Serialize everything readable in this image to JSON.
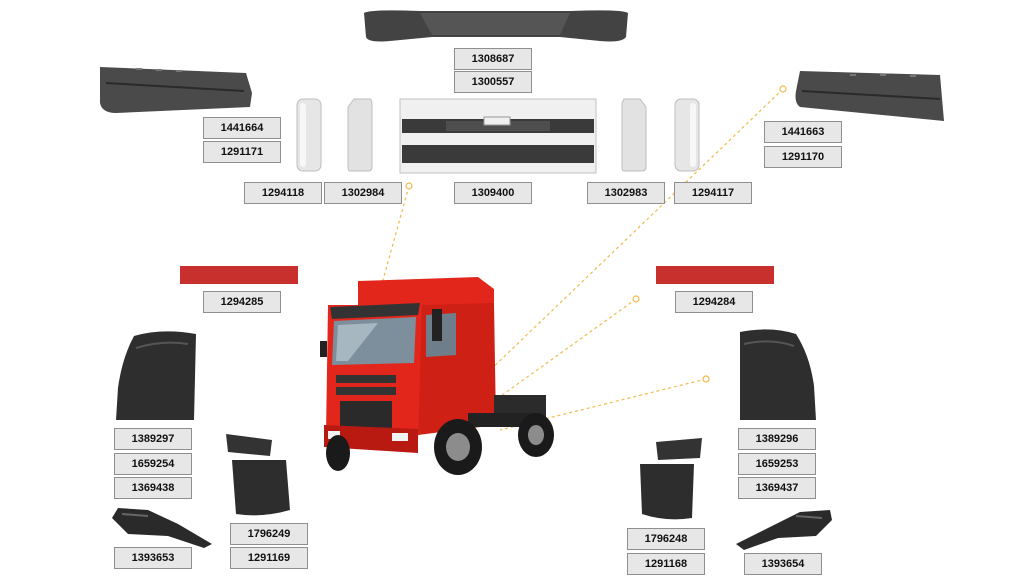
{
  "labels": {
    "visor_1": "1308687",
    "visor_2": "1300557",
    "lwing_1": "1441664",
    "lwing_2": "1291171",
    "rwing_1": "1441663",
    "rwing_2": "1291170",
    "lcap_outer": "1294118",
    "lcap_inner": "1302984",
    "grille": "1309400",
    "rcap_inner": "1302983",
    "rcap_outer": "1294117",
    "lrefl": "1294285",
    "rrefl": "1294284",
    "lmud_1": "1389297",
    "lmud_2": "1659254",
    "lmud_3": "1369438",
    "rmud_1": "1389296",
    "rmud_2": "1659253",
    "rmud_3": "1369437",
    "lbrk": "1393653",
    "rbrk": "1393654",
    "lflap_1": "1796249",
    "lflap_2": "1291169",
    "rflap_1": "1796248",
    "rflap_2": "1291168"
  },
  "colors": {
    "cab_red": "#e3261c",
    "reflector": "#c8302e",
    "part_dark": "#3c3c3c",
    "label_bg": "#e7e7e7",
    "leader": "#f2b94a"
  }
}
